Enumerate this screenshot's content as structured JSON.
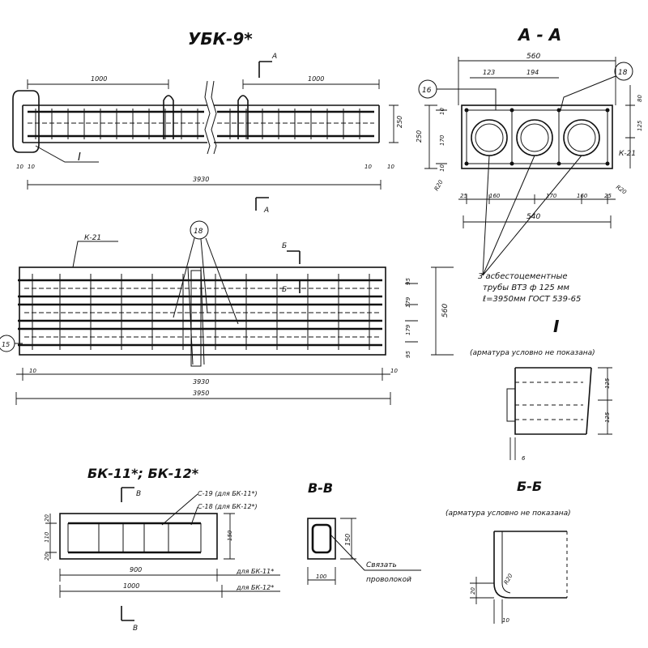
{
  "titles": {
    "main": "УБК-9*",
    "section_aa": "А - А",
    "sub": "БК-11*; БК-12*",
    "section_vv": "В-В",
    "section_bb": "Б-Б",
    "detail_I": "I"
  },
  "section_marks": {
    "A": "А",
    "B": "Б",
    "V": "В"
  },
  "dims_top": {
    "left_1000": "1000",
    "right_1000": "1000",
    "total_3930": "3930",
    "height_250": "250",
    "ten_a": "10",
    "ten_b": "10",
    "ten_c": "10",
    "callout_I": "I",
    "ten_bottom_left": "10"
  },
  "dims_aa": {
    "w560": "560",
    "d123": "123",
    "d194": "194",
    "w540": "540",
    "h250": "250",
    "d10a": "10",
    "d170": "170",
    "d10b": "10",
    "d80": "80",
    "d125": "125",
    "d25a": "25",
    "d160a": "160",
    "d170b": "170",
    "d160b": "160",
    "d25b": "25",
    "k21": "К-21",
    "r20": "R20",
    "r20b": "R20",
    "callout16": "16",
    "callout18": "18"
  },
  "dims_plan": {
    "k21": "К-21",
    "callout18": "18",
    "callout15": "15",
    "total_3930": "3930",
    "total_3950": "3950",
    "ten_left": "10",
    "ten_right": "10",
    "h560": "560",
    "r1": "95",
    "r2": "179",
    "r3": "179",
    "r4": "95",
    "mark_b": "Б"
  },
  "note": {
    "line1": "3 асбестоцементные",
    "line2": "трубы  ВТЗ  ф 125 мм",
    "line3": "ℓ=3950мм   ГОСТ 539-65"
  },
  "detail_I_note": "(арматура условно не показана)",
  "detail_I_dims": {
    "d125a": "125",
    "d125b": "125",
    "d6": "6"
  },
  "bk": {
    "c19": "С-19 (для БК-11*)",
    "c18": "С-18 (для БК-12*)",
    "h150": "150",
    "d20": "20",
    "d110": "110",
    "d20b": "20",
    "w900": "900",
    "w1000": "1000",
    "for11": "для БК-11*",
    "for12": "для БК-12*"
  },
  "vv": {
    "h150": "150",
    "w100": "100",
    "tie1": "Связать",
    "tie2": "проволокой"
  },
  "bb": {
    "note": "(арматура условно не показана)",
    "r20": "R20",
    "d20": "20",
    "d10": "10"
  }
}
